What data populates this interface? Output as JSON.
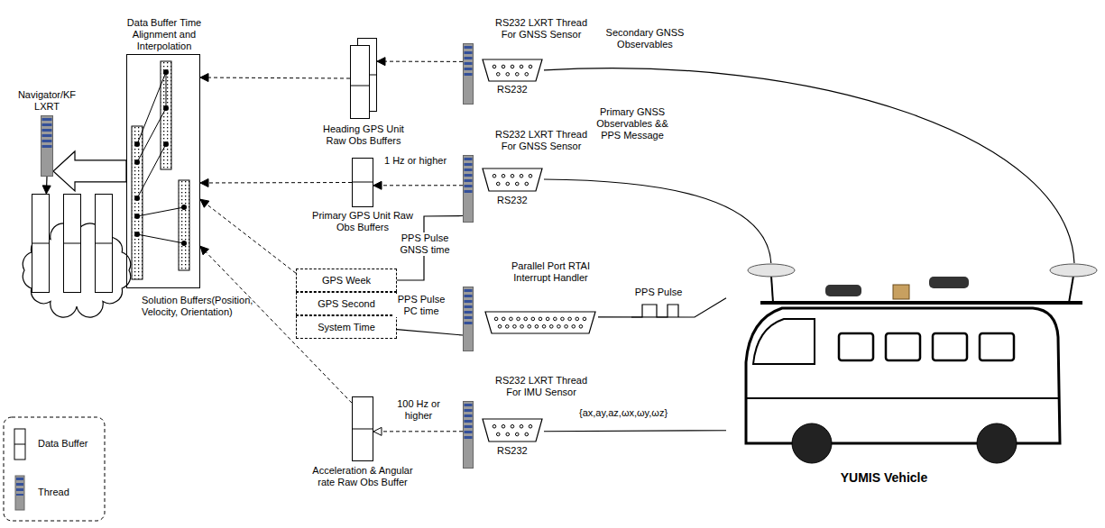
{
  "diagram": {
    "nodes": [
      {
        "text": [
          "Navigator/KF LXRT"
        ]
      },
      {
        "text": [
          "Solution Buffers(Position, Velocity, Orientation)"
        ]
      },
      {
        "text": [
          "Data Buffer Time Alignment and Interpolation"
        ]
      },
      {
        "text": [
          "Heading GPS Unit Raw Obs Buffers"
        ]
      },
      {
        "text": [
          "Primary GPS Unit Raw Obs Buffers"
        ]
      },
      {
        "text": [
          "GPS Week"
        ]
      },
      {
        "text": [
          "GPS Second"
        ]
      },
      {
        "text": [
          "System Time"
        ]
      },
      {
        "text": [
          "Acceleration & Angular rate Raw Obs Buffer"
        ]
      },
      {
        "text": [
          "RS232 LXRT Thread For GNSS Sensor",
          "RS232"
        ]
      },
      {
        "text": [
          "RS232 LXRT Thread For GNSS Sensor",
          "RS232"
        ]
      },
      {
        "text": [
          "Parallel Port RTAI Interrupt Handler"
        ]
      },
      {
        "text": [
          "RS232 LXRT Thread For IMU Sensor",
          "RS232"
        ]
      },
      {
        "text": [
          "YUMIS Vehicle"
        ]
      }
    ],
    "edges": [
      {
        "from": 2,
        "to": 0,
        "arrow": "to"
      },
      {
        "from": 0,
        "to": 1,
        "arrow": "to"
      },
      {
        "from": 3,
        "to": 2,
        "arrow": "to"
      },
      {
        "from": 4,
        "to": 2,
        "arrow": "to"
      },
      {
        "from": 5,
        "to": 2,
        "arrow": "to"
      },
      {
        "from": 8,
        "to": 2,
        "arrow": "to"
      },
      {
        "from": 9,
        "to": 3,
        "arrow": "to"
      },
      {
        "from": 10,
        "to": 4,
        "arrow": "to",
        "label": "1 Hz or higher"
      },
      {
        "from": 10,
        "to": 5,
        "arrow": "none",
        "label": "PPS Pulse GNSS time"
      },
      {
        "from": 11,
        "to": 7,
        "arrow": "none",
        "label": "PPS Pulse PC time"
      },
      {
        "from": 12,
        "to": 8,
        "arrow": "to",
        "label": "100 Hz or higher"
      },
      {
        "from": 13,
        "to": 9,
        "arrow": "none",
        "label": "Secondary GNSS Observables"
      },
      {
        "from": 13,
        "to": 10,
        "arrow": "none",
        "label": "Primary GNSS Observables && PPS Message"
      },
      {
        "from": 13,
        "to": 11,
        "arrow": "none",
        "label": "PPS Pulse"
      },
      {
        "from": 13,
        "to": 12,
        "arrow": "none",
        "label": "{ax,ay,az,ωx,ωy,ωz}"
      }
    ],
    "legend": [
      {
        "text": "Data Buffer"
      },
      {
        "text": "Thread"
      }
    ]
  }
}
